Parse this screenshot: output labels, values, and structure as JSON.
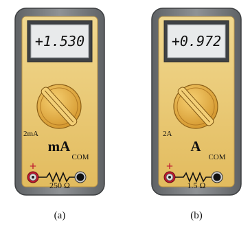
{
  "meters": [
    {
      "id": "a",
      "display": "+1.530",
      "range_label": "2mA",
      "unit_label": "mA",
      "plus_label": "+",
      "com_label": "COM",
      "resistance_label": "250 Ω",
      "caption": "(a)"
    },
    {
      "id": "b",
      "display": "+0.972",
      "range_label": "2A",
      "unit_label": "A",
      "plus_label": "+",
      "com_label": "COM",
      "resistance_label": "1.5 Ω",
      "caption": "(b)"
    }
  ],
  "colors": {
    "case_outer": "#8a8d8f",
    "case_inner": "#5b5e61",
    "panel": "#e9c673",
    "dial": "#e2a93a",
    "display_bg": "#e8eaeb",
    "plus_terminal_ring": "#c0182f",
    "plus_sign": "#c0182f"
  }
}
